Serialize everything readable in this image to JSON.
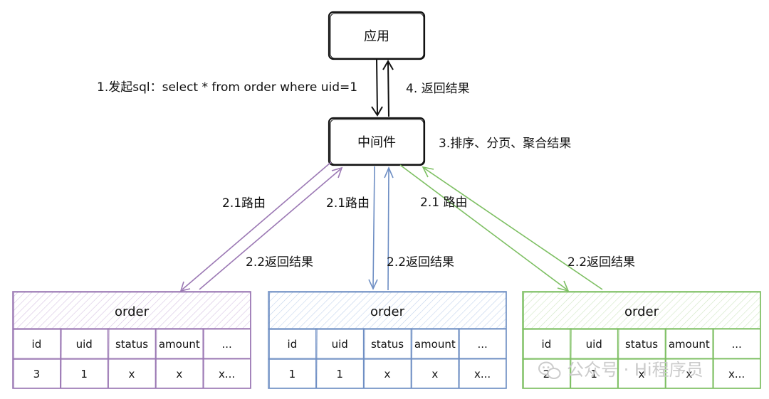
{
  "colors": {
    "purple": "#9b78b4",
    "blue": "#6f8fc4",
    "green": "#7dbf62",
    "ink": "#111111"
  },
  "nodes": {
    "app": "应用",
    "middleware": "中间件"
  },
  "labels": {
    "send_sql": "1.发起sql：select * from order where uid=1",
    "return_result": "4. 返回结果",
    "sort_page": "3.排序、分页、聚合结果",
    "route_left": "2.1路由",
    "route_mid": "2.1路由",
    "route_right": "2.1 路由",
    "back_left": "2.2返回结果",
    "back_mid": "2.2返回结果",
    "back_right": "2.2返回结果"
  },
  "tables": [
    {
      "title": "order",
      "color": "purple",
      "headers": [
        "id",
        "uid",
        "status",
        "amount",
        "..."
      ],
      "row": [
        "3",
        "1",
        "x",
        "x",
        "x..."
      ]
    },
    {
      "title": "order",
      "color": "blue",
      "headers": [
        "id",
        "uid",
        "status",
        "amount",
        "..."
      ],
      "row": [
        "1",
        "1",
        "x",
        "x",
        "x..."
      ]
    },
    {
      "title": "order",
      "color": "green",
      "headers": [
        "id",
        "uid",
        "status",
        "amount",
        "..."
      ],
      "row": [
        "2",
        "1",
        "x",
        "x",
        "x..."
      ]
    }
  ],
  "watermark": {
    "icon": "wechat-icon",
    "text": "公众号 · Hi程序员"
  }
}
